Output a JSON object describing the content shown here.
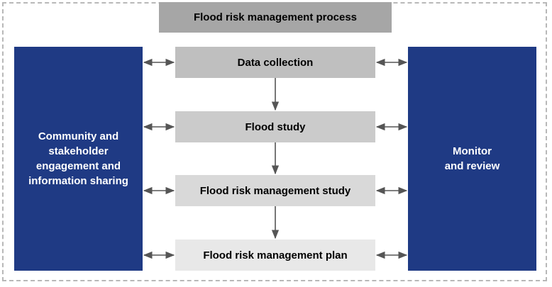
{
  "title": "Flood risk management process",
  "left_panel": "Community and\nstakeholder\nengagement and\ninformation sharing",
  "right_panel": "Monitor\nand review",
  "steps": [
    "Data collection",
    "Flood study",
    "Flood risk management study",
    "Flood risk management plan"
  ],
  "colors": {
    "side_panel": "#1f3a84",
    "title_box": "#a6a6a6",
    "frame": "#b8b8b8",
    "arrow": "#555555"
  }
}
